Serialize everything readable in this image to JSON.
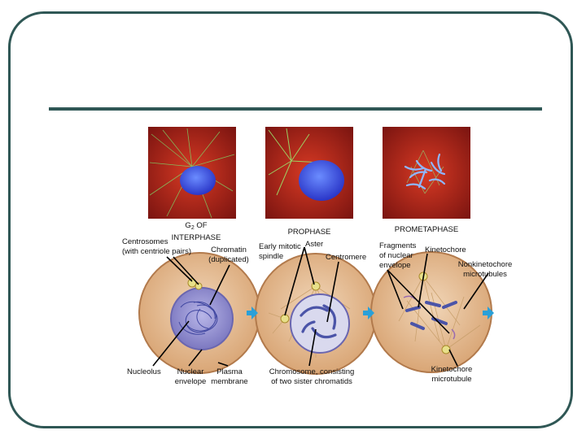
{
  "stages": [
    {
      "title_g": "G",
      "title_sub": "2",
      "title_rest": " OF",
      "title_line2": "INTERPHASE"
    },
    {
      "title": "PROPHASE"
    },
    {
      "title": "PROMETAPHASE"
    }
  ],
  "labels": {
    "centrosomes_1": "Centrosomes",
    "centrosomes_2": "(with centriole pairs)",
    "chromatin_1": "Chromatin",
    "chromatin_2": "(duplicated)",
    "nucleolus": "Nucleolus",
    "nuclear_envelope_1": "Nuclear",
    "nuclear_envelope_2": "envelope",
    "plasma_membrane_1": "Plasma",
    "plasma_membrane_2": "membrane",
    "early_spindle_1": "Early mitotic",
    "early_spindle_2": "spindle",
    "aster": "Aster",
    "centromere": "Centromere",
    "chromosome_1": "Chromosome, consisting",
    "chromosome_2": "of two sister chromatids",
    "fragments_1": "Fragments",
    "fragments_2": "of nuclear",
    "fragments_3": "envelope",
    "kinetochore": "Kinetochore",
    "nonkinetochore_1": "Nonkinetochore",
    "nonkinetochore_2": "microtubules",
    "kinetochore_mt_1": "Kinetochore",
    "kinetochore_mt_2": "microtubule"
  },
  "colors": {
    "frame": "#2f5755",
    "cell_fill": "#e7c29f",
    "cell_edge": "#b27a4c",
    "nucleus": "#8a86c9",
    "chromosome": "#4b54a8",
    "arrow": "#2aa0d8",
    "micro_bg": "#b7281c"
  }
}
